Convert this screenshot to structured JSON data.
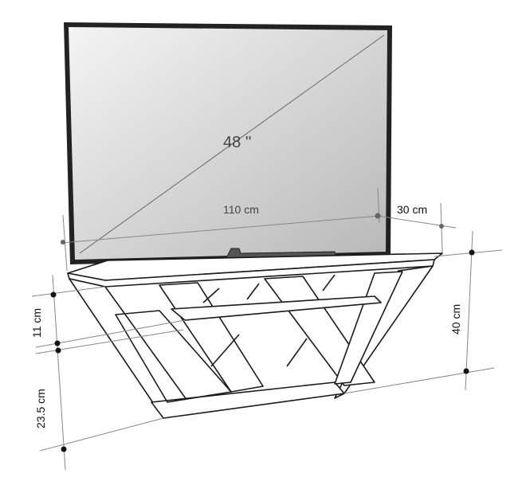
{
  "diagram": {
    "screen_size_label": "48 ''",
    "width_label": "110 cm",
    "depth_label": "30 cm",
    "height_label": "40 cm",
    "shelf_height_label": "11 cm",
    "lower_height_label": "23.5 cm"
  },
  "colors": {
    "line": "#1a1a1a",
    "screen_light": "#f2f2f2",
    "screen_dark": "#bdbdbd",
    "stand": "#555555",
    "dimension": "#888888"
  }
}
